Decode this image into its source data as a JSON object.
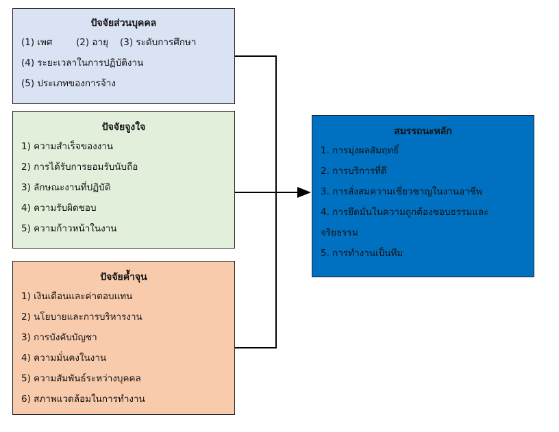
{
  "personal_factors": {
    "title": "ปัจจัยส่วนบุคคล",
    "items": [
      "(1) เพศ",
      "(2) อายุ",
      "(3) ระดับการศึกษา",
      "(4) ระยะเวลาในการปฏิบัติงาน",
      "(5) ประเภทของการจ้าง"
    ],
    "color": "#dae3f3"
  },
  "motivation_factors": {
    "title": "ปัจจัยจูงใจ",
    "items": [
      "1) ความสำเร็จของงาน",
      "2) การได้รับการยอมรับนับถือ",
      "3) ลักษณะงานที่ปฏิบัติ",
      "4) ความรับผิดชอบ",
      "5) ความก้าวหน้าในงาน"
    ],
    "color": "#e2efda"
  },
  "hygiene_factors": {
    "title": "ปัจจัยค้ำจุน",
    "items": [
      "1) เงินเดือนและค่าตอบแทน",
      "2) นโยบายและการบริหารงาน",
      "3) การบังคับบัญชา",
      "4) ความมั่นคงในงาน",
      "5) ความสัมพันธ์ระหว่างบุคคล",
      "6) สภาพแวดล้อมในการทำงาน"
    ],
    "color": "#f8cbad"
  },
  "core_competencies": {
    "title": "สมรรถนะหลัก",
    "items": [
      "1. การมุ่งผลสัมฤทธิ์",
      "2. การบริการที่ดี",
      "3. การสั่งสมความเชี่ยวชาญในงานอาชีพ",
      "4. การยึดมั่นในความถูกต้องชอบธรรมและ",
      "จริยธรรม",
      "5. การทำงานเป็นทีม"
    ],
    "color": "#0070c0"
  }
}
